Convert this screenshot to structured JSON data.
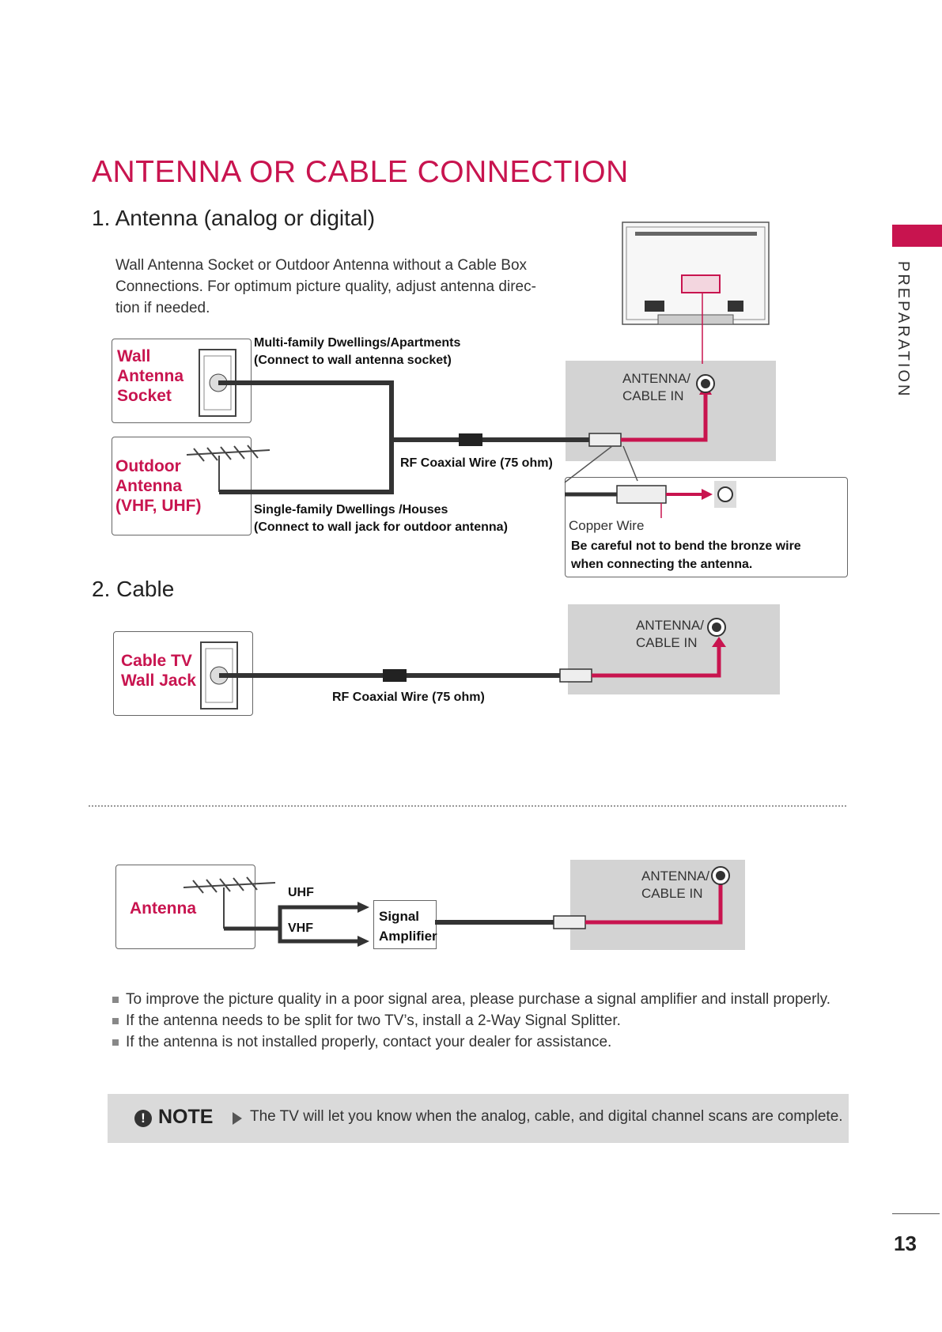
{
  "page": {
    "title": "ANTENNA OR CABLE CONNECTION",
    "side_tab": "PREPARATION",
    "page_number": "13"
  },
  "section1": {
    "heading": "1. Antenna (analog or digital)",
    "intro_lines": [
      "Wall Antenna Socket or Outdoor Antenna without a Cable Box",
      "Connections. For optimum picture quality, adjust antenna direc-",
      "tion if needed."
    ],
    "wall_socket_label": [
      "Wall",
      "Antenna",
      "Socket"
    ],
    "outdoor_label": [
      "Outdoor",
      "Antenna",
      "(VHF, UHF)"
    ],
    "multi_family": [
      "Multi-family Dwellings/Apartments",
      "(Connect to wall antenna socket)"
    ],
    "single_family": [
      "Single-family Dwellings /Houses",
      "(Connect to wall jack for outdoor antenna)"
    ],
    "coax_label": "RF Coaxial Wire (75 ohm)",
    "port_label": [
      "ANTENNA/",
      "CABLE IN"
    ],
    "copper_label": "Copper Wire",
    "copper_note": [
      "Be careful not to bend the bronze wire",
      "when connecting the antenna."
    ]
  },
  "section2": {
    "heading": "2. Cable",
    "jack_label": [
      "Cable TV",
      "Wall Jack"
    ],
    "coax_label": "RF Coaxial Wire (75 ohm)",
    "port_label": [
      "ANTENNA/",
      "CABLE IN"
    ]
  },
  "section3": {
    "antenna_label": "Antenna",
    "uhf": "UHF",
    "vhf": "VHF",
    "amplifier": [
      "Signal",
      "Amplifier"
    ],
    "port_label": [
      "ANTENNA/",
      "CABLE IN"
    ]
  },
  "bullets": [
    "To improve the picture quality in a poor signal area, please purchase a signal amplifier and install properly.",
    "If the antenna needs to be split for two TV’s, install a 2-Way Signal Splitter.",
    "If the antenna is not installed properly, contact your dealer for assistance."
  ],
  "note": {
    "heading": "NOTE",
    "icon": "exclamation-icon",
    "text": "The TV will let you know when the analog, cable, and digital channel scans are complete."
  },
  "colors": {
    "accent": "#c8144f",
    "panel_gray": "#d3d3d3"
  }
}
